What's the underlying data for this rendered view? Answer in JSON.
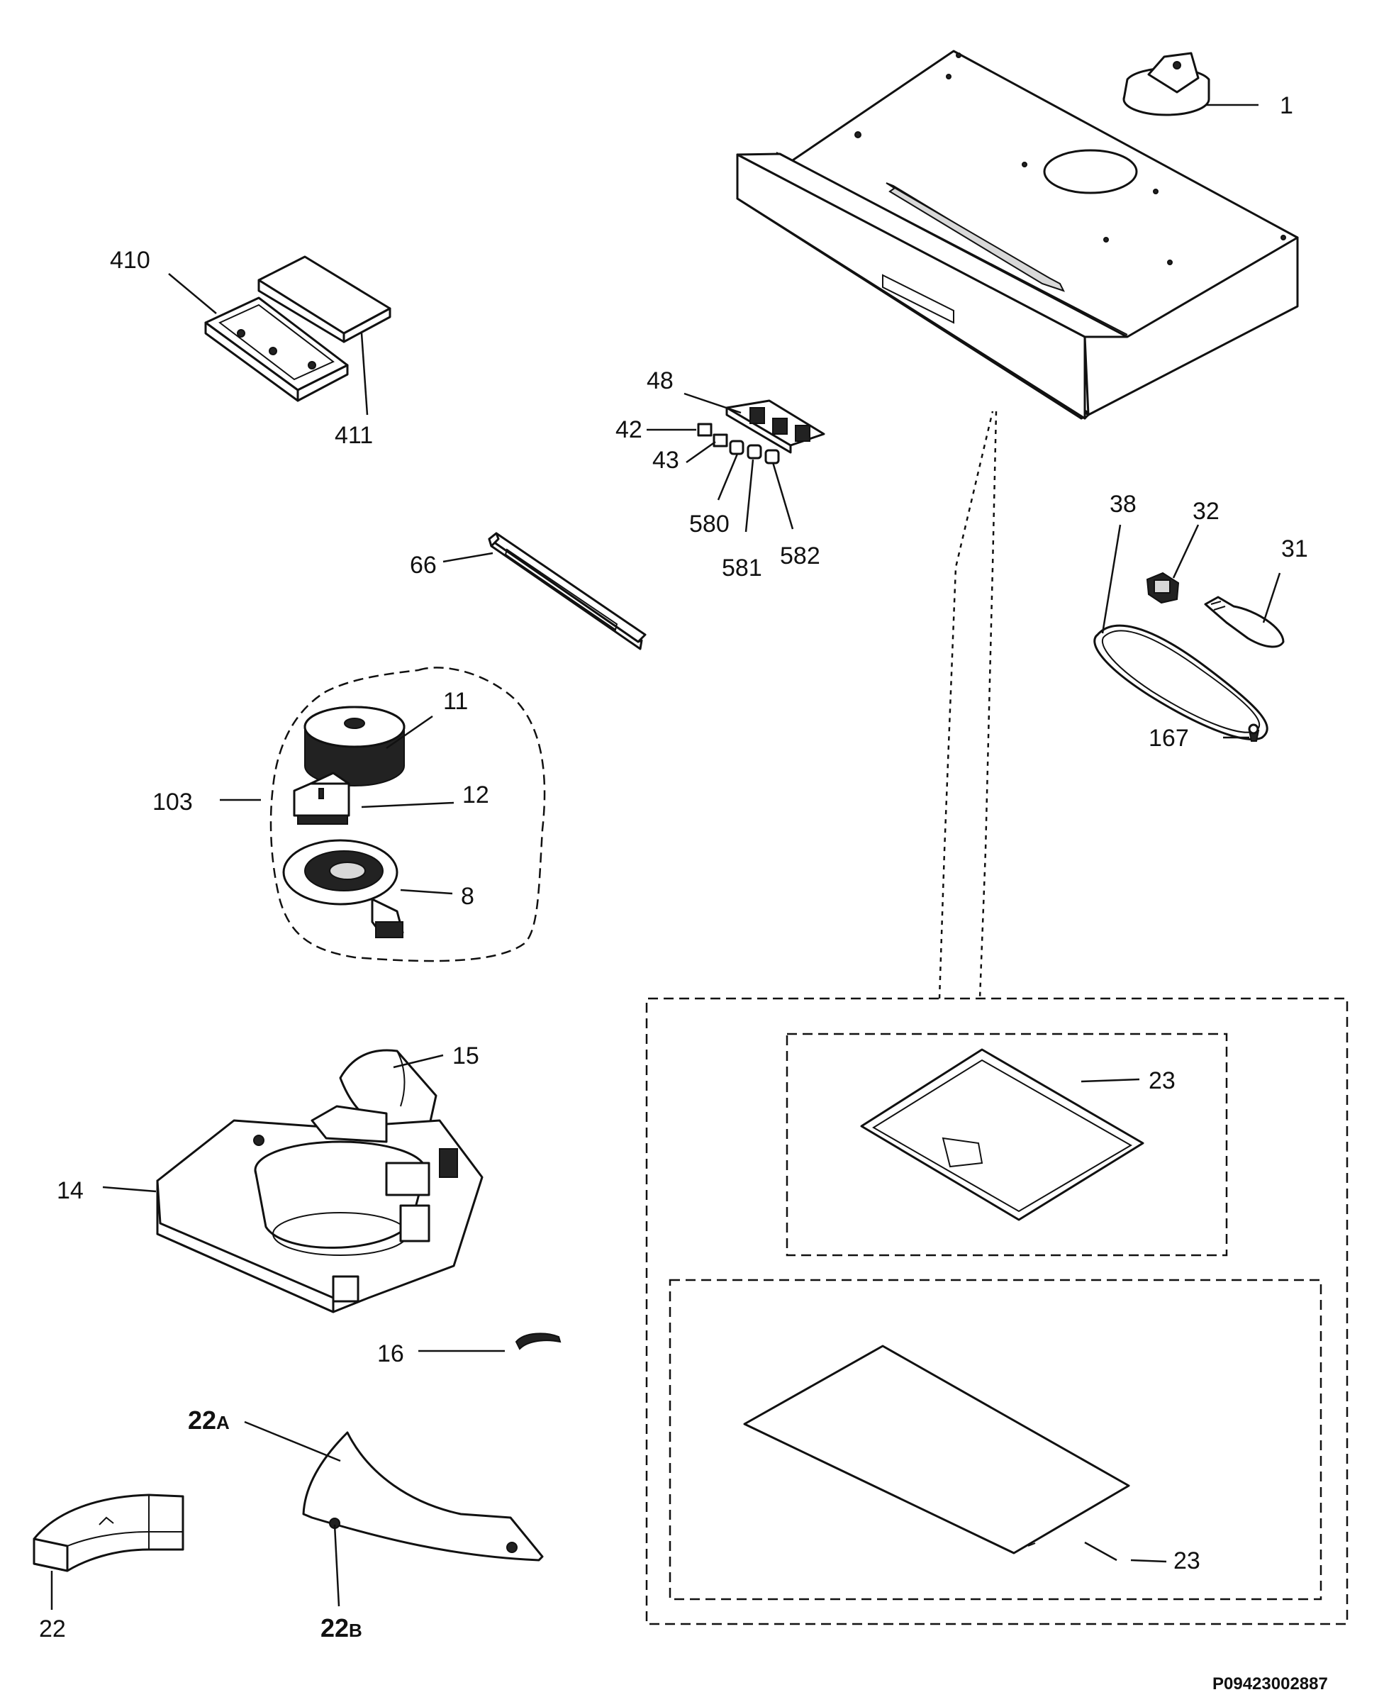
{
  "diagram_code": "P09423002887",
  "callouts": {
    "c1": "1",
    "c410": "410",
    "c411": "411",
    "c48": "48",
    "c42": "42",
    "c43": "43",
    "c580": "580",
    "c581": "581",
    "c582": "582",
    "c66": "66",
    "c38": "38",
    "c32": "32",
    "c31": "31",
    "c167": "167",
    "c11": "11",
    "c103": "103",
    "c12": "12",
    "c8": "8",
    "c15": "15",
    "c14": "14",
    "c16": "16",
    "c22a_num": "22",
    "c22a_suffix": "A",
    "c22": "22",
    "c22b_num": "22",
    "c22b_suffix": "B",
    "c23_top": "23",
    "c23_bottom": "23"
  }
}
